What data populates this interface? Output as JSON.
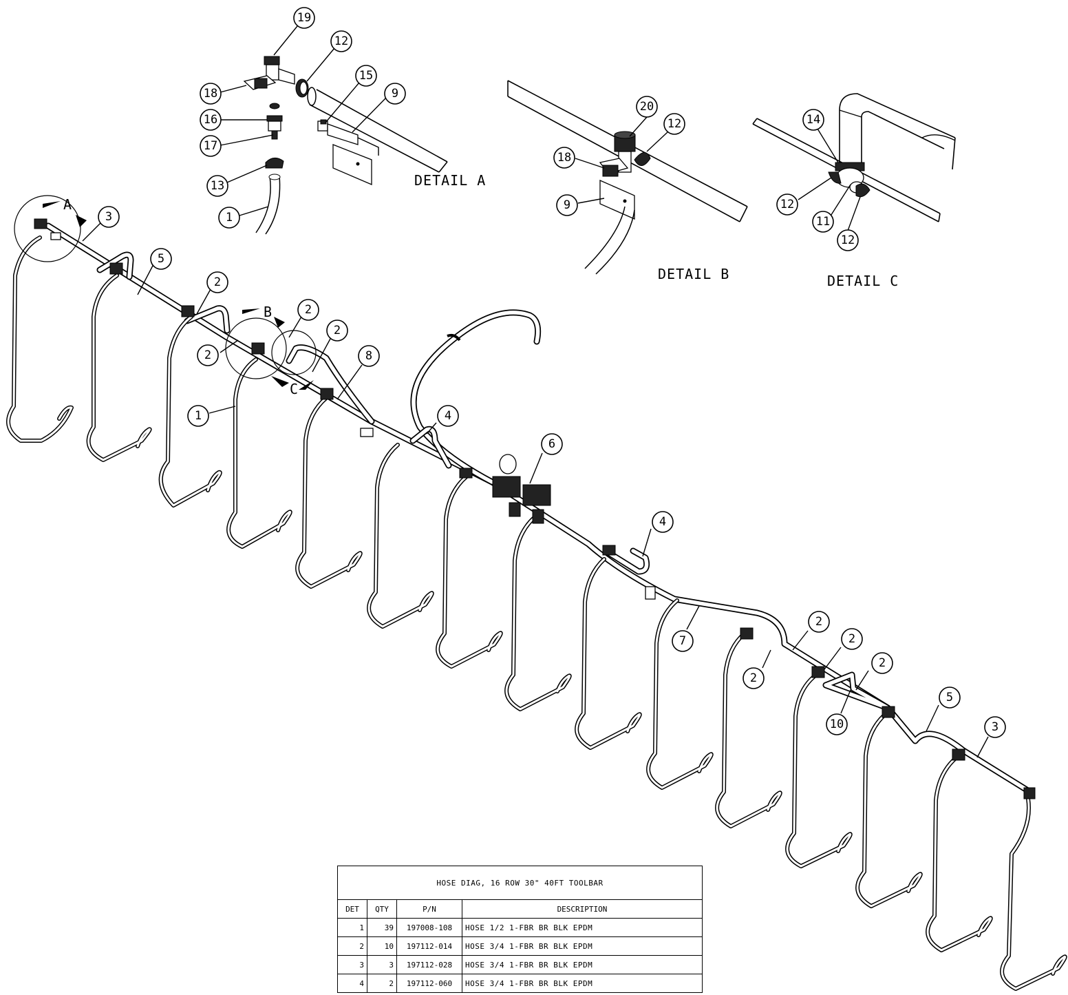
{
  "details": {
    "a": "DETAIL A",
    "b": "DETAIL B",
    "c": "DETAIL C"
  },
  "section_markers": {
    "a": "A",
    "b": "B",
    "c": "C"
  },
  "balloons": {
    "det_a": [
      "19",
      "12",
      "18",
      "15",
      "9",
      "16",
      "17",
      "13",
      "1"
    ],
    "det_b": [
      "20",
      "12",
      "18",
      "9"
    ],
    "det_c": [
      "14",
      "12",
      "11",
      "12"
    ],
    "main": [
      "3",
      "5",
      "2",
      "2",
      "2",
      "2",
      "8",
      "1",
      "4",
      "6",
      "4",
      "7",
      "2",
      "2",
      "2",
      "2",
      "10",
      "5",
      "3"
    ]
  },
  "bom": {
    "title": "HOSE DIAG, 16 ROW 30\" 40FT TOOLBAR",
    "headers": [
      "DET",
      "QTY",
      "P/N",
      "DESCRIPTION"
    ],
    "rows": [
      {
        "det": "1",
        "qty": "39",
        "pn": "197008-108",
        "desc": "HOSE 1/2 1-FBR BR BLK EPDM"
      },
      {
        "det": "2",
        "qty": "10",
        "pn": "197112-014",
        "desc": "HOSE 3/4 1-FBR BR BLK EPDM"
      },
      {
        "det": "3",
        "qty": "3",
        "pn": "197112-028",
        "desc": "HOSE 3/4 1-FBR BR BLK EPDM"
      },
      {
        "det": "4",
        "qty": "2",
        "pn": "197112-060",
        "desc": "HOSE 3/4 1-FBR BR BLK EPDM"
      }
    ]
  }
}
